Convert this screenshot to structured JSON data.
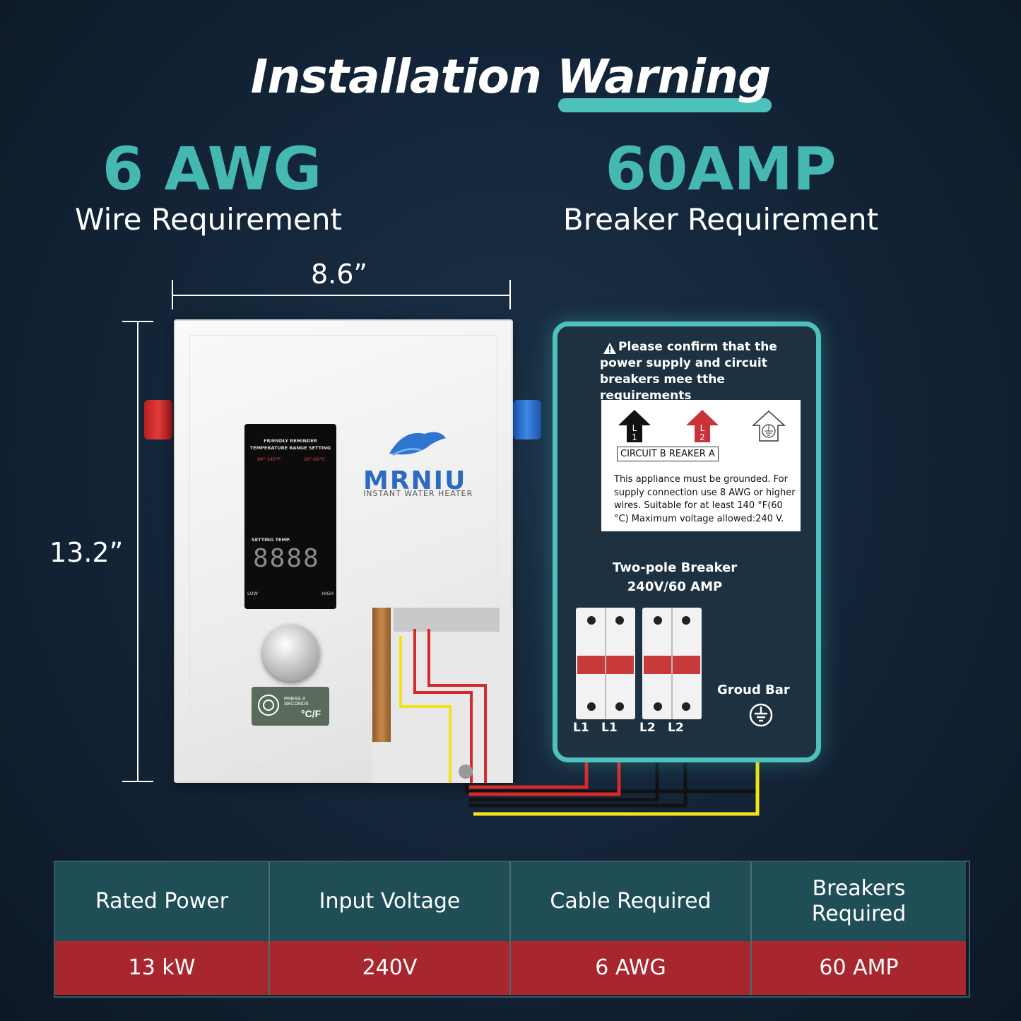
{
  "title": {
    "word1": "Installation",
    "word2": "Warning"
  },
  "specs": {
    "wire": {
      "value": "6 AWG",
      "label": "Wire Requirement"
    },
    "breaker": {
      "value": "60AMP",
      "label": "Breaker Requirement"
    }
  },
  "dimensions": {
    "width": "8.6”",
    "height": "13.2”"
  },
  "heater": {
    "brand": "MRNIU",
    "brand_sub": "INSTANT  WATER HEATER",
    "panel": {
      "reminder_title": "FRIENDLY REMINDER",
      "range_title": "TEMPERATURE RANGE SETTING",
      "range_f": "80°-140°F",
      "range_c": "26°-60°C",
      "setting_label": "SETTING TEMP.",
      "display": "8888",
      "low": "LOW",
      "high": "HIGH"
    },
    "button_text": "PRESS 3 SECONDS",
    "button_unit": "°C/F"
  },
  "breaker_box": {
    "warning": "Please confirm that the power supply and circuit breakers mee tthe requirements",
    "label_circuit": "CIRCUIT B REAKER A",
    "label_text": "This appliance must be grounded. For supply connection use 8 AWG or higher wires. Suitable for at least 140 °F(60 °C) Maximum voltage allowed:240 V.",
    "l1_icon": "L 1",
    "l2_icon": "L 2",
    "breaker_title": "Two-pole Breaker",
    "breaker_spec": "240V/60 AMP",
    "ground_label": "Groud Bar",
    "terminals": [
      "L1",
      "L1",
      "L2",
      "L2"
    ]
  },
  "table": {
    "headers": [
      "Rated Power",
      "Input Voltage",
      "Cable Required",
      "Breakers Required"
    ],
    "values": [
      "13 kW",
      "240V",
      "6 AWG",
      "60 AMP"
    ]
  },
  "colors": {
    "accent": "#46b8b2",
    "table_header": "#1f4e57",
    "table_value": "#a8272f",
    "wire_red": "#d42a2a",
    "wire_black": "#111111",
    "wire_yellow": "#f2e21c"
  }
}
